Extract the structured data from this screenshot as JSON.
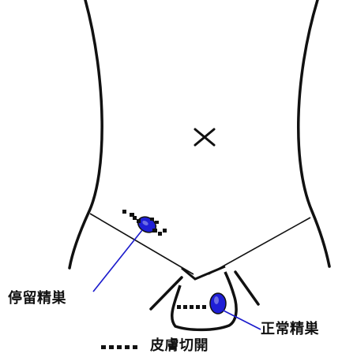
{
  "labels": {
    "undescended_testis": "停留精巣",
    "normal_testis": "正常精巣",
    "skin_incision": "皮膚切開"
  },
  "colors": {
    "outline": "#111111",
    "testis_fill": "#1f1fd6",
    "testis_highlight": "#ffffff",
    "leader_line": "#1a1acc"
  },
  "icons": {
    "navel": "x-mark-icon",
    "legend_marker": "dashed-line-icon"
  }
}
